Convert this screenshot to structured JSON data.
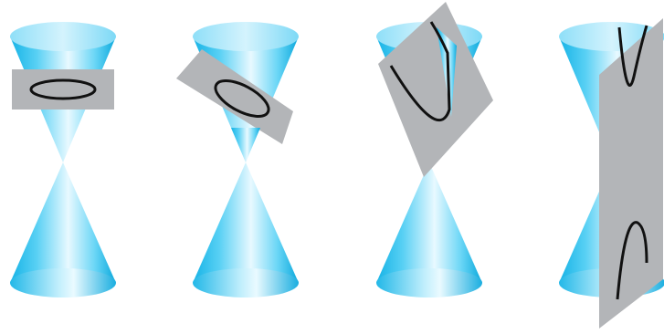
{
  "figure": {
    "panels": [
      {
        "id": "circle",
        "section": "circle"
      },
      {
        "id": "ellipse",
        "section": "ellipse"
      },
      {
        "id": "parabola",
        "section": "parabola"
      },
      {
        "id": "hyperbola",
        "section": "hyperbola"
      }
    ],
    "colors": {
      "cone_light": "#e6f8ff",
      "cone_mid": "#5cd3f5",
      "cone_dark": "#0aa8dc",
      "cone_rim": "#9fe4fa",
      "plane": "#b3b5b8",
      "curve": "#111111"
    }
  }
}
